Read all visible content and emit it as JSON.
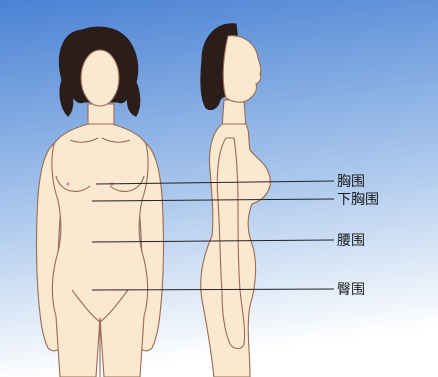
{
  "labels": {
    "bust": "胸围",
    "underbust": "下胸围",
    "waist": "腰围",
    "hip": "臀围"
  },
  "colors": {
    "background_top": "#4f86d6",
    "background_bottom": "#ffffff",
    "skin": "#fbe8d0",
    "outline": "#9a6a52",
    "hair": "#2b1e1a",
    "measure_line": "#222222"
  }
}
